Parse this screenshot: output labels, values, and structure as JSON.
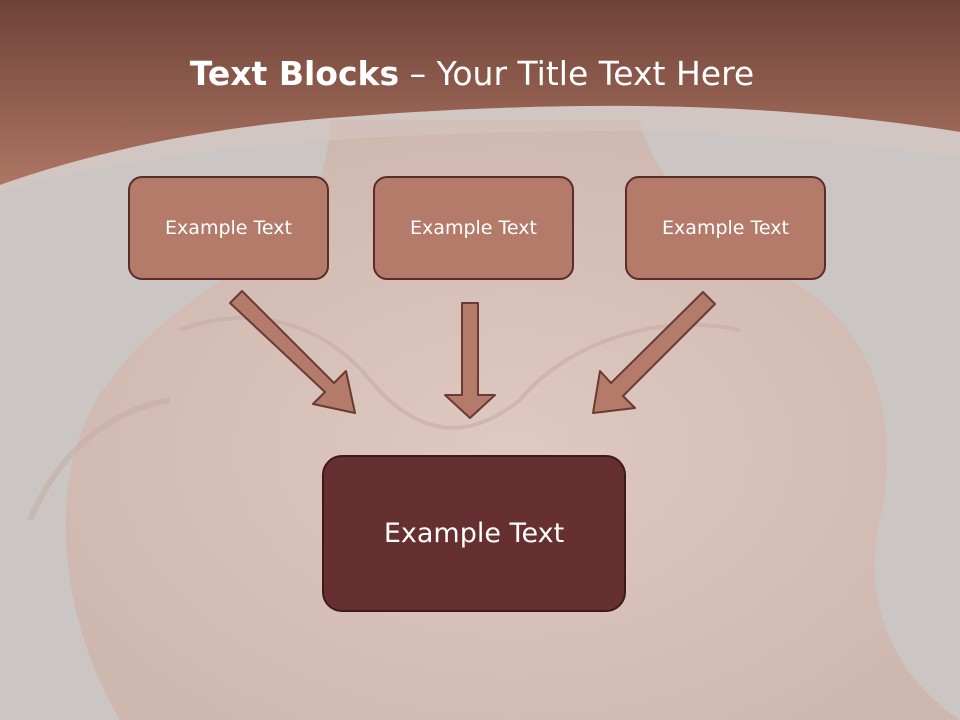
{
  "slide": {
    "title_bold": "Text Blocks",
    "title_rest": " – Your Title Text Here",
    "blocks": [
      {
        "label": "Example Text"
      },
      {
        "label": "Example Text"
      },
      {
        "label": "Example Text"
      }
    ],
    "main_block": {
      "label": "Example Text"
    }
  },
  "colors": {
    "header": "#a46c5c",
    "small_box": "#b47a6a",
    "main_box": "#662f30",
    "arrow": "#b47a6a",
    "background": "#c9c4c2"
  }
}
